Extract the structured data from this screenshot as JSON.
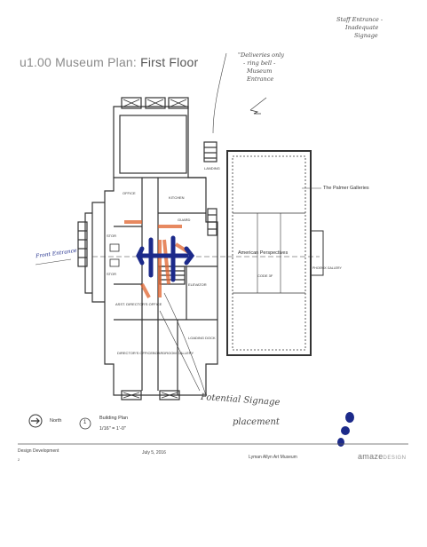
{
  "title": {
    "prefix": "u1.00 Museum Plan:",
    "emphasis": "First Floor"
  },
  "labels": {
    "palmer_galleries": "The Palmer Galleries",
    "american_perspectives": "American Perspectives",
    "north": "North",
    "plan_number": "1",
    "building_plan": "Building Plan",
    "scale": "1/16\" = 1'-0\""
  },
  "room_labels": [
    "STOR",
    "STOR",
    "OFFICE",
    "KITCHEN",
    "GUARD",
    "LANDING",
    "ELEVATOR",
    "LOADING DOCK",
    "ASST. DIRECTOR'S OFFICE",
    "DIRECTOR'S OFFICE",
    "BOARDROOM GALLERY",
    "CODE 3F",
    "PHOENIX GALLERY"
  ],
  "handwritten": {
    "top_right": [
      "Staff Entrance -",
      "Inadequate",
      "Signage"
    ],
    "deliveries": [
      "\"Deliveries only",
      "- ring bell -",
      "Museum",
      "Entrance"
    ],
    "front": "Front Entrance",
    "potential": [
      "Potential Signage",
      "placement"
    ]
  },
  "footer": {
    "left": "Design Development",
    "sub": "2",
    "date": "July 5, 2016",
    "project": "Lyman Allyn Art Museum",
    "brand_main": "amaze",
    "brand_sub": "DESIGN"
  },
  "colors": {
    "ink": "#333333",
    "red": "#e0622c",
    "blue": "#1c2a8a"
  }
}
